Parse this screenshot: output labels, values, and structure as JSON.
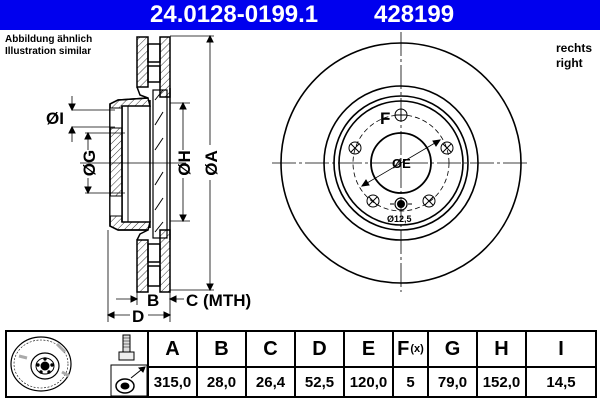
{
  "header": {
    "part_number": "24.0128-0199.1",
    "code": "428199",
    "background_color": "#0000ee"
  },
  "note": {
    "line1": "Abbildung ähnlich",
    "line2": "Illustration similar"
  },
  "side": {
    "line1": "rechts",
    "line2": "right"
  },
  "drawing": {
    "section_labels": {
      "I": "ØI",
      "G": "ØG",
      "H": "ØH",
      "A": "ØA",
      "B": "B",
      "C": "C (MTH)",
      "D": "D"
    },
    "front_labels": {
      "F": "F",
      "E": "ØE",
      "hole": "Ø12,5"
    }
  },
  "table": {
    "columns": [
      {
        "key": "A",
        "label": "A",
        "value": "315,0"
      },
      {
        "key": "B",
        "label": "B",
        "value": "28,0"
      },
      {
        "key": "C",
        "label": "C",
        "value": "26,4"
      },
      {
        "key": "D",
        "label": "D",
        "value": "52,5"
      },
      {
        "key": "E",
        "label": "E",
        "value": "120,0"
      },
      {
        "key": "F",
        "label": "F",
        "suffix": "(x)",
        "value": "5"
      },
      {
        "key": "G",
        "label": "G",
        "value": "79,0"
      },
      {
        "key": "H",
        "label": "H",
        "value": "152,0"
      },
      {
        "key": "I",
        "label": "I",
        "value": "14,5"
      }
    ]
  }
}
